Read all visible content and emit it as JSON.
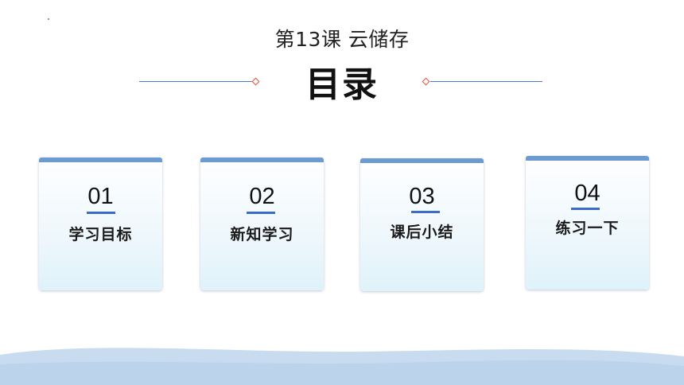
{
  "slide": {
    "subtitle": "第13课 云储存",
    "title": "目录"
  },
  "cards": [
    {
      "number": "01",
      "label": "学习目标"
    },
    {
      "number": "02",
      "label": "新知学习"
    },
    {
      "number": "03",
      "label": "课后小结"
    },
    {
      "number": "04",
      "label": "练习一下"
    }
  ],
  "colors": {
    "accent_bar": "#6c9bd2",
    "underline": "#3a6cc8",
    "deco_line": "#4a78c8",
    "diamond": "#e5533d",
    "wave_light": "#c9dcef",
    "wave_dark": "#bcd3ec"
  }
}
